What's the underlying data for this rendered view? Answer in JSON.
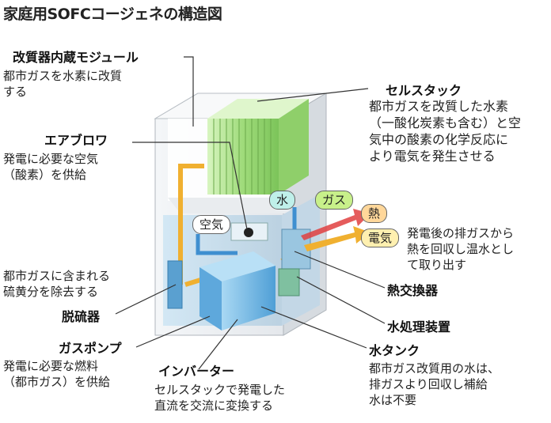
{
  "title": "家庭用SOFCコージェネの構造図",
  "components": {
    "reformer": {
      "name": "改質器内蔵モジュール",
      "desc": [
        "都市ガスを水素に改質",
        "する"
      ]
    },
    "cellstack": {
      "name": "セルスタック",
      "desc": [
        "都市ガスを改質した水素",
        "（一酸化炭素も含む）と空",
        "気中の酸素の化学反応に",
        "より電気を発生させる"
      ]
    },
    "blower": {
      "name": "エアブロワ",
      "desc": [
        "発電に必要な空気",
        "（酸素）を供給"
      ]
    },
    "desulfurizer": {
      "name": "脱硫器",
      "desc": [
        "都市ガスに含まれる",
        "硫黄分を除去する"
      ]
    },
    "gaspump": {
      "name": "ガスポンプ",
      "desc": [
        "発電に必要な燃料",
        "（都市ガス）を供給"
      ]
    },
    "inverter": {
      "name": "インバーター",
      "desc": [
        "セルスタックで発電した",
        "直流を交流に変換する"
      ]
    },
    "heatexchanger": {
      "name": "熱交換器",
      "desc": [
        "発電後の排ガスから",
        "熱を回収し温水とし",
        "て取り出す"
      ]
    },
    "watertreatment": {
      "name": "水処理装置"
    },
    "watertank": {
      "name": "水タンク",
      "desc": [
        "都市ガス改質用の水は、",
        "排ガスより回収し補給",
        "水は不要"
      ]
    }
  },
  "tags": {
    "air": "空気",
    "water": "水",
    "gas": "ガス",
    "heat": "熱",
    "electricity": "電気"
  },
  "colors": {
    "cellstack": "#9fdb7a",
    "tank": "#6fb3e0",
    "water_tag": "#bff0ea",
    "gas_tag": "#c8f08a",
    "heat_tag": "#ffd79a",
    "elec_tag": "#fff0b0",
    "arrow_orange": "#f0b030",
    "arrow_red": "#e04040"
  }
}
